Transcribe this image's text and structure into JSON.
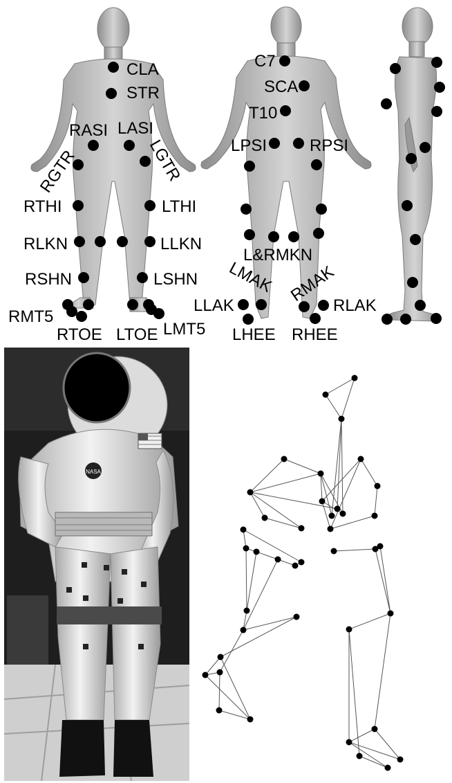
{
  "front_labels": {
    "cla": "CLA",
    "str": "STR",
    "rasi": "RASI",
    "lasi": "LASI",
    "rgtr": "RGTR",
    "lgtr": "LGTR",
    "rthi": "RTHI",
    "lthi": "LTHI",
    "rlkn": "RLKN",
    "llkn": "LLKN",
    "rshn": "RSHN",
    "lshn": "LSHN",
    "rmt5": "RMT5",
    "rtoe": "RTOE",
    "ltoe": "LTOE",
    "lmt5": "LMT5"
  },
  "back_labels": {
    "c7": "C7",
    "sca": "SCA",
    "t10": "T10",
    "lpsi": "LPSI",
    "rpsi": "RPSI",
    "lrmkn": "L&RMKN",
    "lmak": "LMAK",
    "rmak": "RMAK",
    "llak": "LLAK",
    "rlak": "RLAK",
    "lhee": "LHEE",
    "rhee": "RHEE"
  },
  "suit_badge": "NASA",
  "colors": {
    "marker": "#000000",
    "body": "#bdbdbd",
    "suit": "#e6e6e6",
    "skeleton_line": "#555555"
  }
}
